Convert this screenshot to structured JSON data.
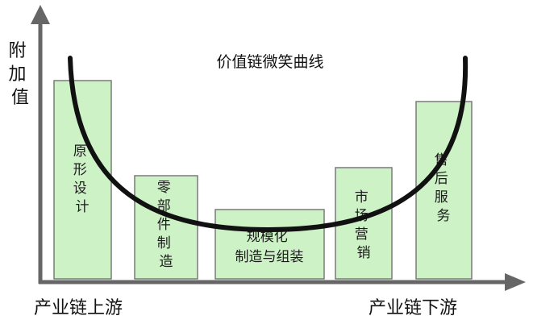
{
  "diagram": {
    "title": "价值链微笑曲线",
    "y_axis_label": [
      "附",
      "加",
      "值"
    ],
    "x_axis_left_label": "产业链上游",
    "x_axis_right_label": "产业链下游",
    "stages": [
      {
        "id": "design",
        "label_lines": [
          "原",
          "形",
          "设",
          "计"
        ]
      },
      {
        "id": "parts",
        "label_lines": [
          "零",
          "部",
          "件",
          "制",
          "造"
        ]
      },
      {
        "id": "assembly",
        "label_lines": [
          "规模化",
          "制造与组装"
        ]
      },
      {
        "id": "marketing",
        "label_lines": [
          "市",
          "场",
          "营",
          "销"
        ]
      },
      {
        "id": "service",
        "label_lines": [
          "售",
          "后",
          "服",
          "务"
        ]
      }
    ],
    "colors": {
      "box_fill": "#ccf2c6",
      "box_stroke": "#7a7a7a",
      "curve": "#111111",
      "axis": "#666666"
    }
  }
}
